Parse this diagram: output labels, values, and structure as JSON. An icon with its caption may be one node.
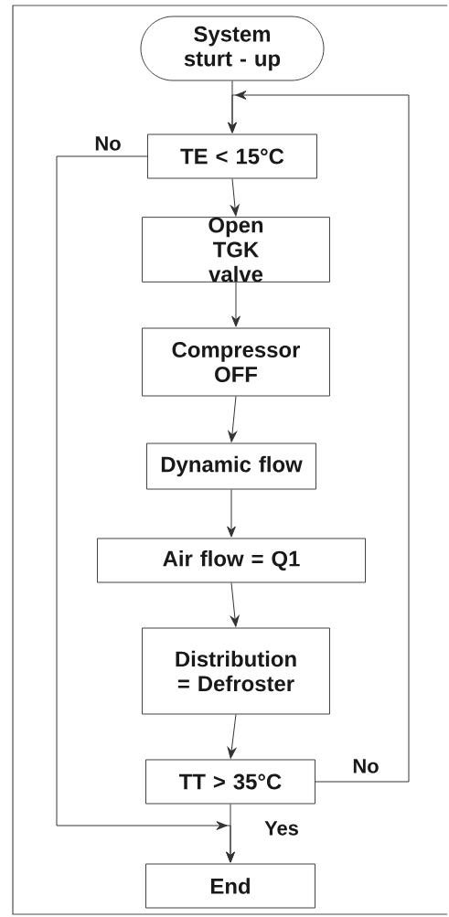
{
  "diagram": {
    "nodes": [
      {
        "text": [
          "System sturt - up"
        ]
      },
      {
        "text": [
          "TE < 15°C"
        ]
      },
      {
        "text": [
          "Open TGK valve"
        ]
      },
      {
        "text": [
          "Compressor OFF"
        ]
      },
      {
        "text": [
          "Dynamic flow"
        ]
      },
      {
        "text": [
          "Air flow = Q1"
        ]
      },
      {
        "text": [
          "Distribution = Defroster"
        ]
      },
      {
        "text": [
          "TT > 35°C"
        ]
      },
      {
        "text": [
          "End"
        ]
      }
    ],
    "edges": [
      {
        "from": 0,
        "to": 1,
        "arrow": "to"
      },
      {
        "from": 1,
        "to": 2,
        "arrow": "to"
      },
      {
        "from": 2,
        "to": 3,
        "arrow": "to"
      },
      {
        "from": 3,
        "to": 4,
        "arrow": "to"
      },
      {
        "from": 4,
        "to": 5,
        "arrow": "to"
      },
      {
        "from": 5,
        "to": 6,
        "arrow": "to"
      },
      {
        "from": 6,
        "to": 7,
        "arrow": "to"
      },
      {
        "from": 7,
        "to": 8,
        "arrow": "to",
        "label": "Yes"
      },
      {
        "from": 1,
        "to": 8,
        "arrow": "to",
        "label": "No"
      },
      {
        "from": 7,
        "to": 1,
        "arrow": "to",
        "label": "No"
      }
    ]
  }
}
